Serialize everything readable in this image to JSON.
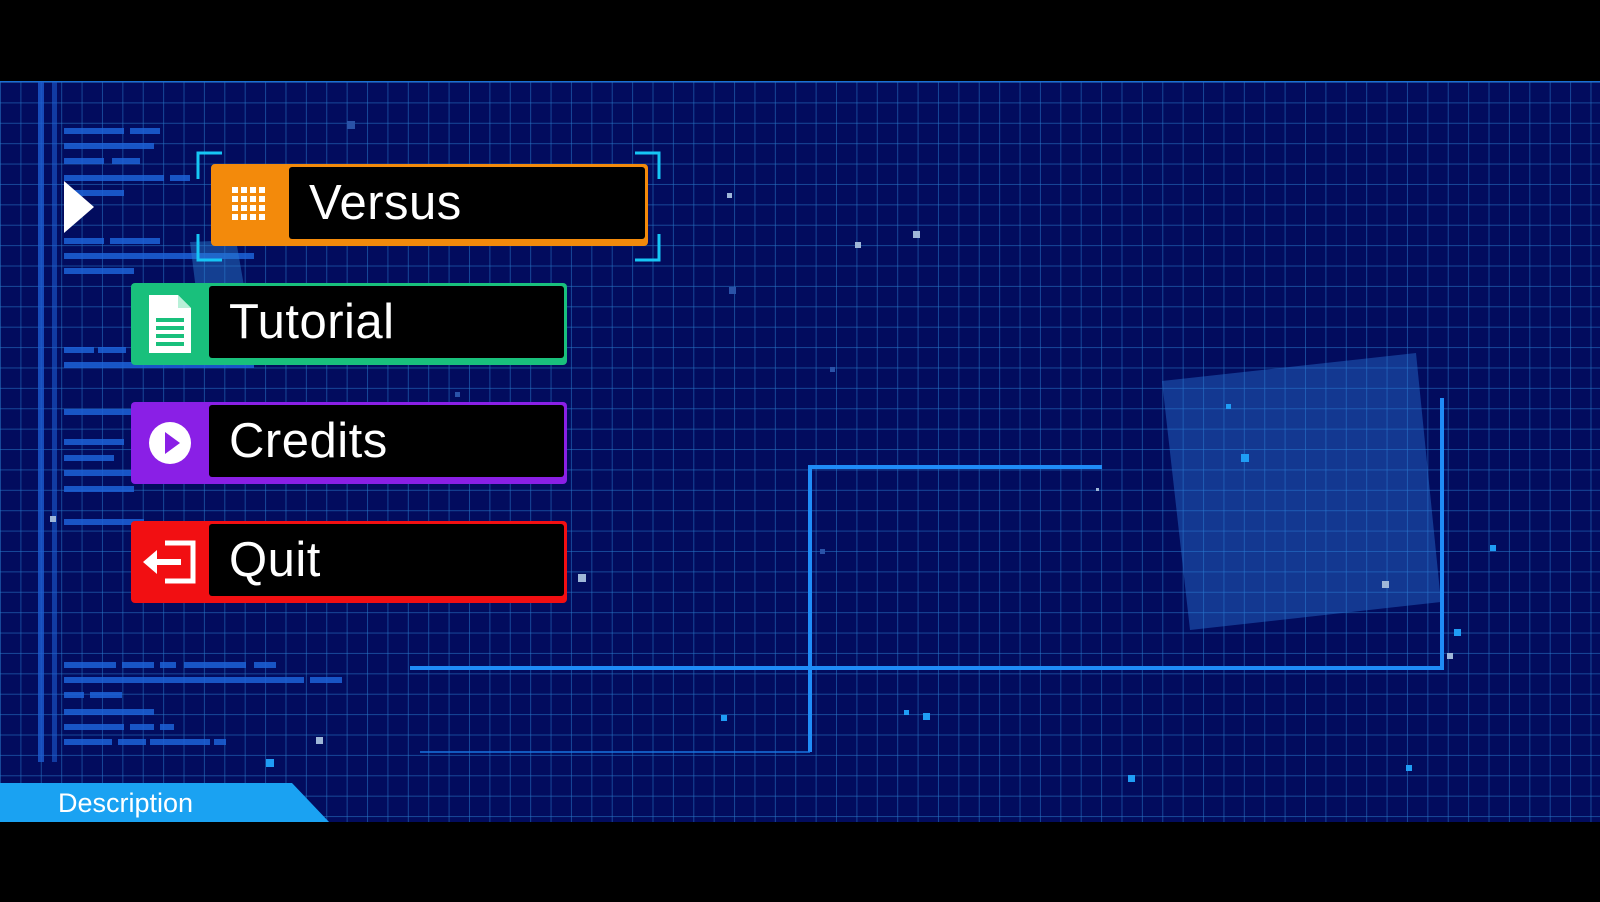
{
  "menu": {
    "items": [
      {
        "label": "Versus",
        "icon": "grid-icon",
        "color": "#f38a0b",
        "selected": true
      },
      {
        "label": "Tutorial",
        "icon": "document-icon",
        "color": "#19c07c",
        "selected": false
      },
      {
        "label": "Credits",
        "icon": "play-circle-icon",
        "color": "#8a1fe6",
        "selected": false
      },
      {
        "label": "Quit",
        "icon": "exit-icon",
        "color": "#f20f12",
        "selected": false
      }
    ]
  },
  "footer": {
    "description_label": "Description"
  },
  "theme": {
    "background": "#020c5e",
    "grid_line": "#2878c8",
    "accent": "#1aa2f2",
    "focus_bracket": "#16c6f5"
  }
}
